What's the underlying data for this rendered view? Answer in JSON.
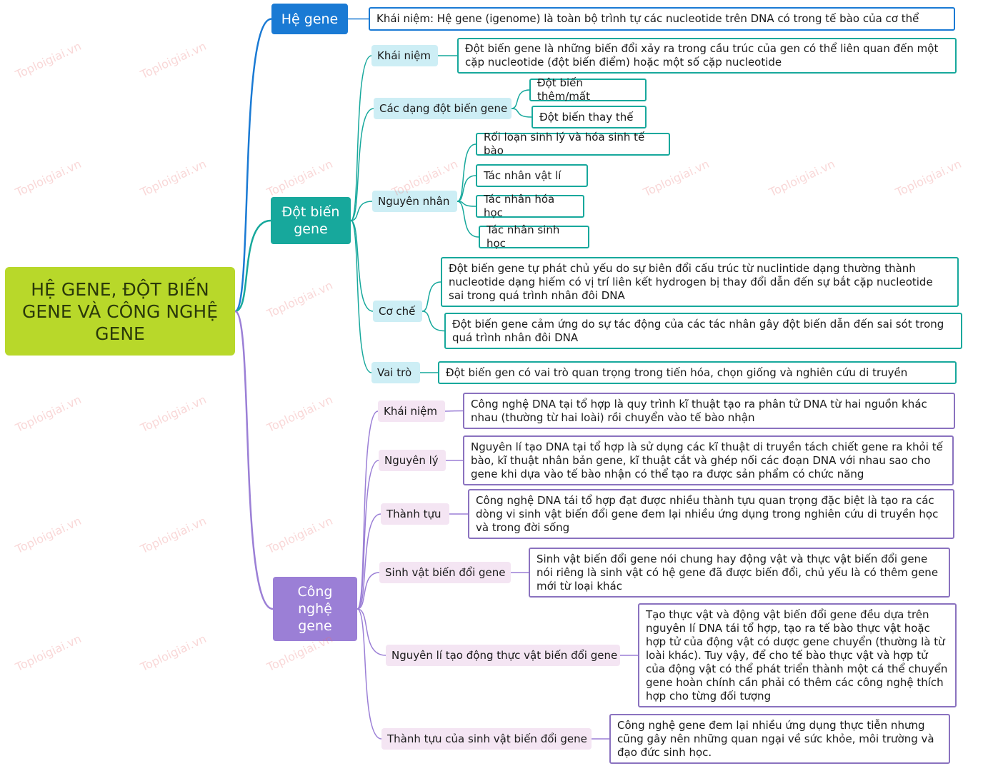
{
  "colors": {
    "root": "#b8d82a",
    "blue": "#1a7ad4",
    "teal": "#17a89c",
    "purple": "#9b7fd6",
    "blue_sub": "#d8ecfb",
    "teal_sub": "#cdeef5",
    "purple_sub": "#f4e5f3"
  },
  "root": {
    "title": "HỆ GENE, ĐỘT BIẾN GENE VÀ CÔNG NGHỆ GENE"
  },
  "he_gene": {
    "label": "Hệ gene",
    "khai_niem": "Khái niệm: Hệ gene (igenome) là toàn bộ trình tự các nucleotide trên DNA có trong tế bào của cơ thể"
  },
  "dot_bien": {
    "label": "Đột biến gene",
    "khai_niem": {
      "label": "Khái niệm",
      "text": "Đột biến gene là những biến đổi xảy ra trong cầu trúc của gen có thể liên quan đến một cặp nucleotide (đột biến điểm) hoặc một số cặp nucleotide"
    },
    "cac_dang": {
      "label": "Các dạng đột biến gene",
      "items": [
        "Đột biến thêm/mất",
        "Đột biến thay thế"
      ]
    },
    "nguyen_nhan": {
      "label": "Nguyên nhân",
      "items": [
        "Rối loạn sinh lý và hóa sinh tế bào",
        "Tác nhân vật lí",
        "Tác nhân hóa học",
        "Tác nhân sinh học"
      ]
    },
    "co_che": {
      "label": "Cơ chế",
      "items": [
        "Đột biến gene tự phát chủ yếu do sự biên đổi cấu trúc từ nuclintide dạng thường thành nucleotide dạng hiếm có vị trí liên kết hydrogen bị thay đổi dẫn đến sự bắt cặp nucleotide sai trong quá trình nhân đôi DNA",
        "Đột biến gene cảm ứng do sự tác động của các tác nhân gây đột biến dẫn đến sai sót trong quá trình nhân đôi DNA"
      ]
    },
    "vai_tro": {
      "label": "Vai trò",
      "text": "Đột biến gen có vai trò quan trọng trong tiến hóa, chọn giống và nghiên cứu di truyền"
    }
  },
  "cong_nghe": {
    "label": "Công nghệ gene",
    "khai_niem": {
      "label": "Khái niệm",
      "text": "Công nghệ DNA tại tổ hợp là quy trình kĩ thuật tạo ra phân tử DNA từ hai nguồn khác nhau (thường từ hai loài) rồi chuyển vào tế bào nhận"
    },
    "nguyen_ly": {
      "label": "Nguyên lý",
      "text": "Nguyên lí tạo DNA tại tổ hợp là sử dụng các kĩ thuật di truyền tách chiết gene ra khỏi tế bào, kĩ thuật nhân bản gene, kĩ thuật cắt và ghép nối các đoạn DNA với nhau sao cho gene khi dựa vào tế bào nhận có thể tạo ra được sản phẩm có chức năng"
    },
    "thanh_tuu": {
      "label": "Thành tựu",
      "text": "Công nghệ DNA tái tổ hợp đạt được nhiều thành tựu quan trọng đặc biệt là tạo ra các dòng vi sinh vật biến đổi gene đem lại nhiều ứng dụng trong nghiên cứu di truyền học và trong đời sống"
    },
    "sinh_vat": {
      "label": "Sinh vật biến đổi gene",
      "text": "Sinh vật biến đổi gene nói chung hay động vật và thực vật biến đổi gene nói riêng là sinh vật có hệ gene đã được biến đổi, chủ yếu là có thêm gene mới từ loại khác"
    },
    "nguyen_li_tao": {
      "label": "Nguyên lí tạo động thực vật biến đổi gene",
      "text": "Tạo thực vật và động vật biến đổi gene đều dựa trên nguyên lí DNA tái tổ hợp, tạo ra tế bào thực vật hoặc hợp tử của động vật có dược gene chuyển (thường là từ loài khác). Tuy vậy, để cho tế bào thực vật và hợp tử của động vật có thể phát triển thành một cá thể chuyển gene hoàn chính cần phải có thêm các công nghệ thích hợp cho từng đối tượng"
    },
    "thanh_tuu_sv": {
      "label": "Thành tựu của sinh vật biến đổi gene",
      "text": "Công nghệ gene đem lại nhiều ứng dụng thực tiễn nhưng cũng gây nên những quan ngại về sức khỏe, môi trường và đạo đức sinh học."
    }
  },
  "watermark": "Toploigiai.vn"
}
